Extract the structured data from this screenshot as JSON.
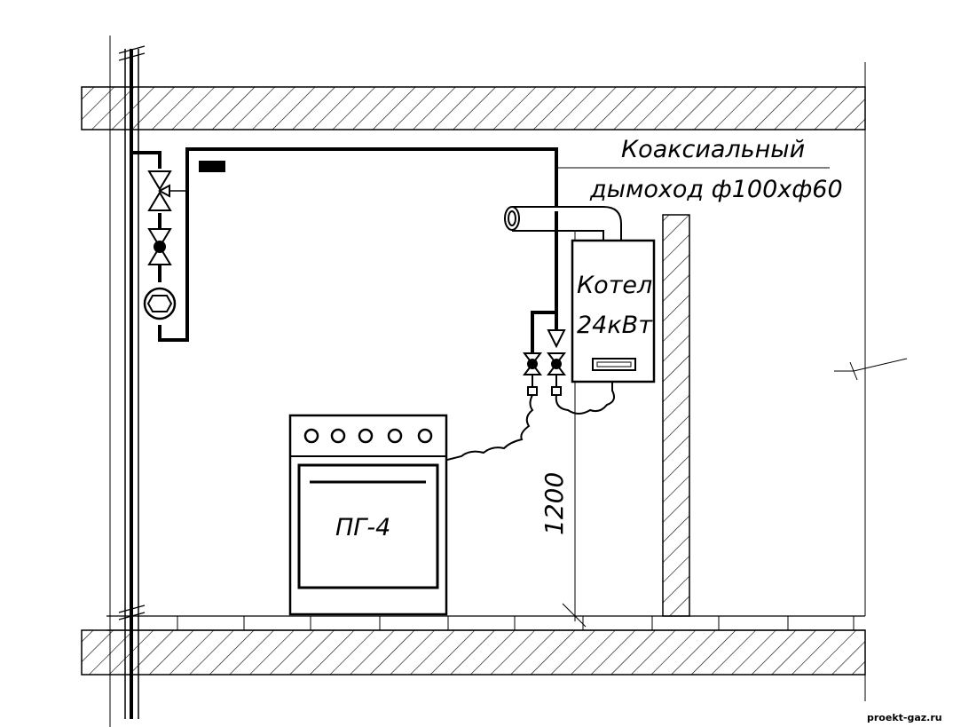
{
  "labels": {
    "chimney_line1": "Коаксиальный",
    "chimney_line2": "дымоход ф100хф60",
    "boiler_line1": "Котел",
    "boiler_line2": "24кВт",
    "stove": "ПГ-4",
    "height_dim": "1200",
    "watermark": "proekt-gaz.ru"
  }
}
